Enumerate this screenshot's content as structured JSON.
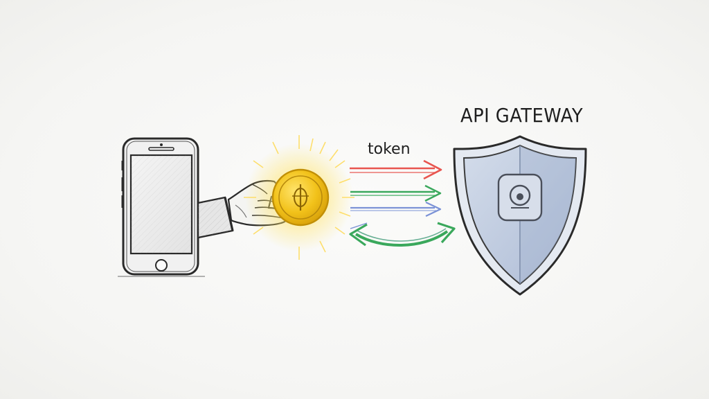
{
  "diagram": {
    "gateway_label": "API GATEWAY",
    "token_label": "token",
    "colors": {
      "arrow_red": "#e8554f",
      "arrow_green": "#3aa85c",
      "arrow_blue": "#7b92d6",
      "coin_gold": "#f2c21a",
      "shield_blue": "#b9c7de",
      "ink": "#2a2a2a"
    },
    "nodes": [
      "phone",
      "hand",
      "coin",
      "shield"
    ],
    "icons": [
      "smartphone-icon",
      "hand-icon",
      "coin-icon",
      "shield-icon",
      "lock-icon"
    ]
  }
}
